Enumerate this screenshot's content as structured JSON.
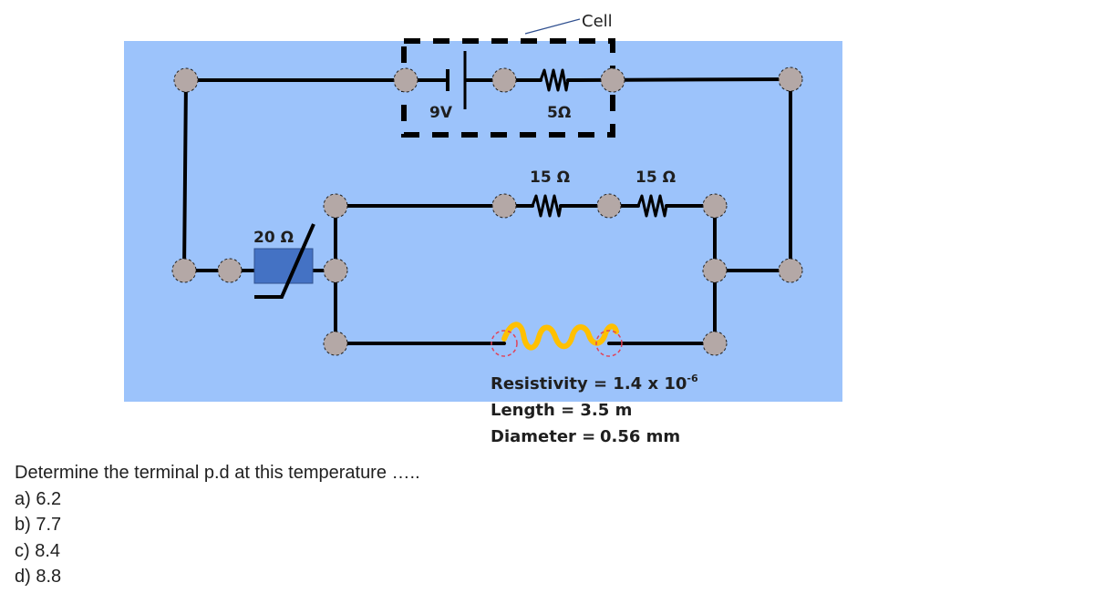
{
  "cell_label": "Cell",
  "battery_label": "9V",
  "internal_resistor_label": "5Ω",
  "resistor_1_label": "15 Ω",
  "resistor_2_label": "15 Ω",
  "thermistor_label": "20 Ω",
  "wire_properties": {
    "resistivity_prefix": "Resistivity = 1.4 x 10",
    "resistivity_exponent": "-6",
    "length": "Length = 3.5 m",
    "diameter_label": "Diameter =",
    "diameter_value": "0.56 mm"
  },
  "question": {
    "prompt": "Determine the terminal p.d at this temperature …..",
    "options": [
      "a) 6.2",
      "b) 7.7",
      "c) 8.4",
      "d) 8.8"
    ]
  },
  "colors": {
    "panel": "#9cc3fb",
    "thermistor": "#4472c4",
    "wire_resistor": "#ffc000",
    "node": "#b4a8a6"
  }
}
